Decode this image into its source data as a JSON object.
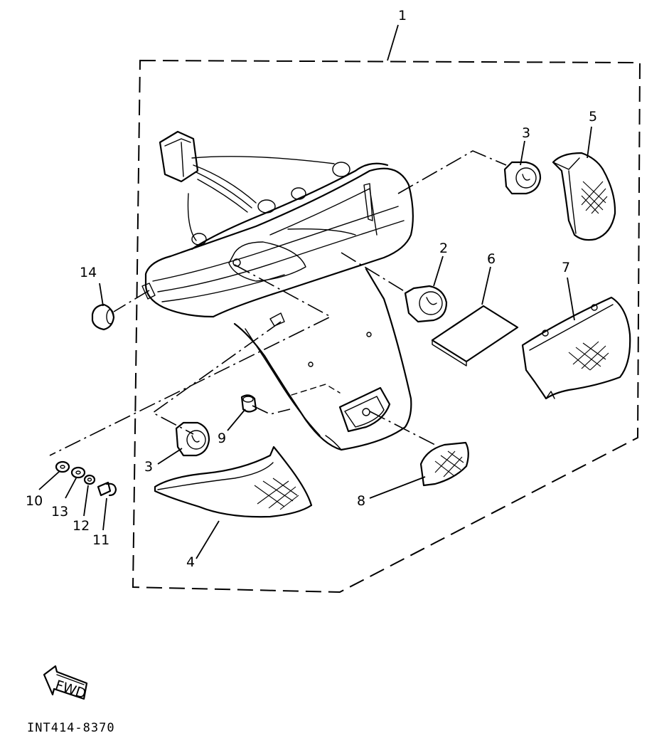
{
  "labels": {
    "p1": "1",
    "p2": "2",
    "p3a": "3",
    "p3b": "3",
    "p4": "4",
    "p5": "5",
    "p6": "6",
    "p7": "7",
    "p8": "8",
    "p9": "9",
    "p10": "10",
    "p11": "11",
    "p12": "12",
    "p13": "13",
    "p14": "14"
  },
  "fwd_arrow": {
    "text": "FWD"
  },
  "drawing_code": "INT414-8370"
}
